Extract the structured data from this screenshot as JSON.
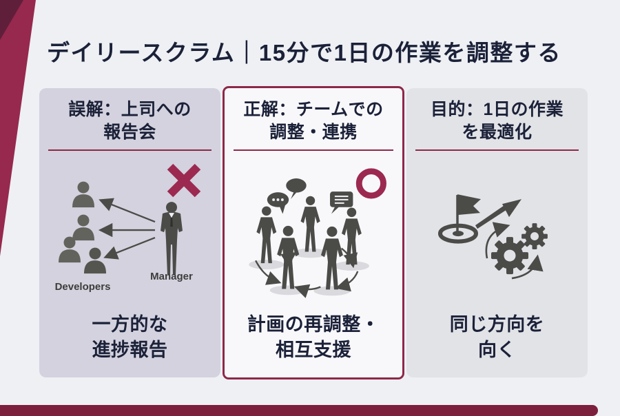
{
  "meta": {
    "background": "#eef0f4",
    "accent_maroon": "#8e2847",
    "accent_bright": "#9c2950",
    "wedge_dark": "#5f1f3a",
    "ink_navy": "#1b2138",
    "silhouette_grey": "#4b4b48",
    "icons": [
      "x-mark-icon",
      "o-mark-icon",
      "manager-figure-icon",
      "developer-bust-icon",
      "speech-bubble-icon",
      "team-circle-icon",
      "flag-target-icon",
      "growth-arrow-icon",
      "gears-icon"
    ]
  },
  "title": "デイリースクラム｜15分で1日の作業を調整する",
  "panels": [
    {
      "id": "misconception",
      "header_line1": "誤解：上司への",
      "header_line2": "報告会",
      "footer_line1": "一方的な",
      "footer_line2": "進捗報告",
      "mark": "x",
      "labels": {
        "left": "Developers",
        "right": "Manager"
      }
    },
    {
      "id": "correct",
      "header_line1": "正解：チームでの",
      "header_line2": "調整・連携",
      "footer_line1": "計画の再調整・",
      "footer_line2": "相互支援",
      "mark": "o"
    },
    {
      "id": "purpose",
      "header_line1": "目的：1日の作業",
      "header_line2": "を最適化",
      "footer_line1": "同じ方向を",
      "footer_line2": "向く"
    }
  ]
}
